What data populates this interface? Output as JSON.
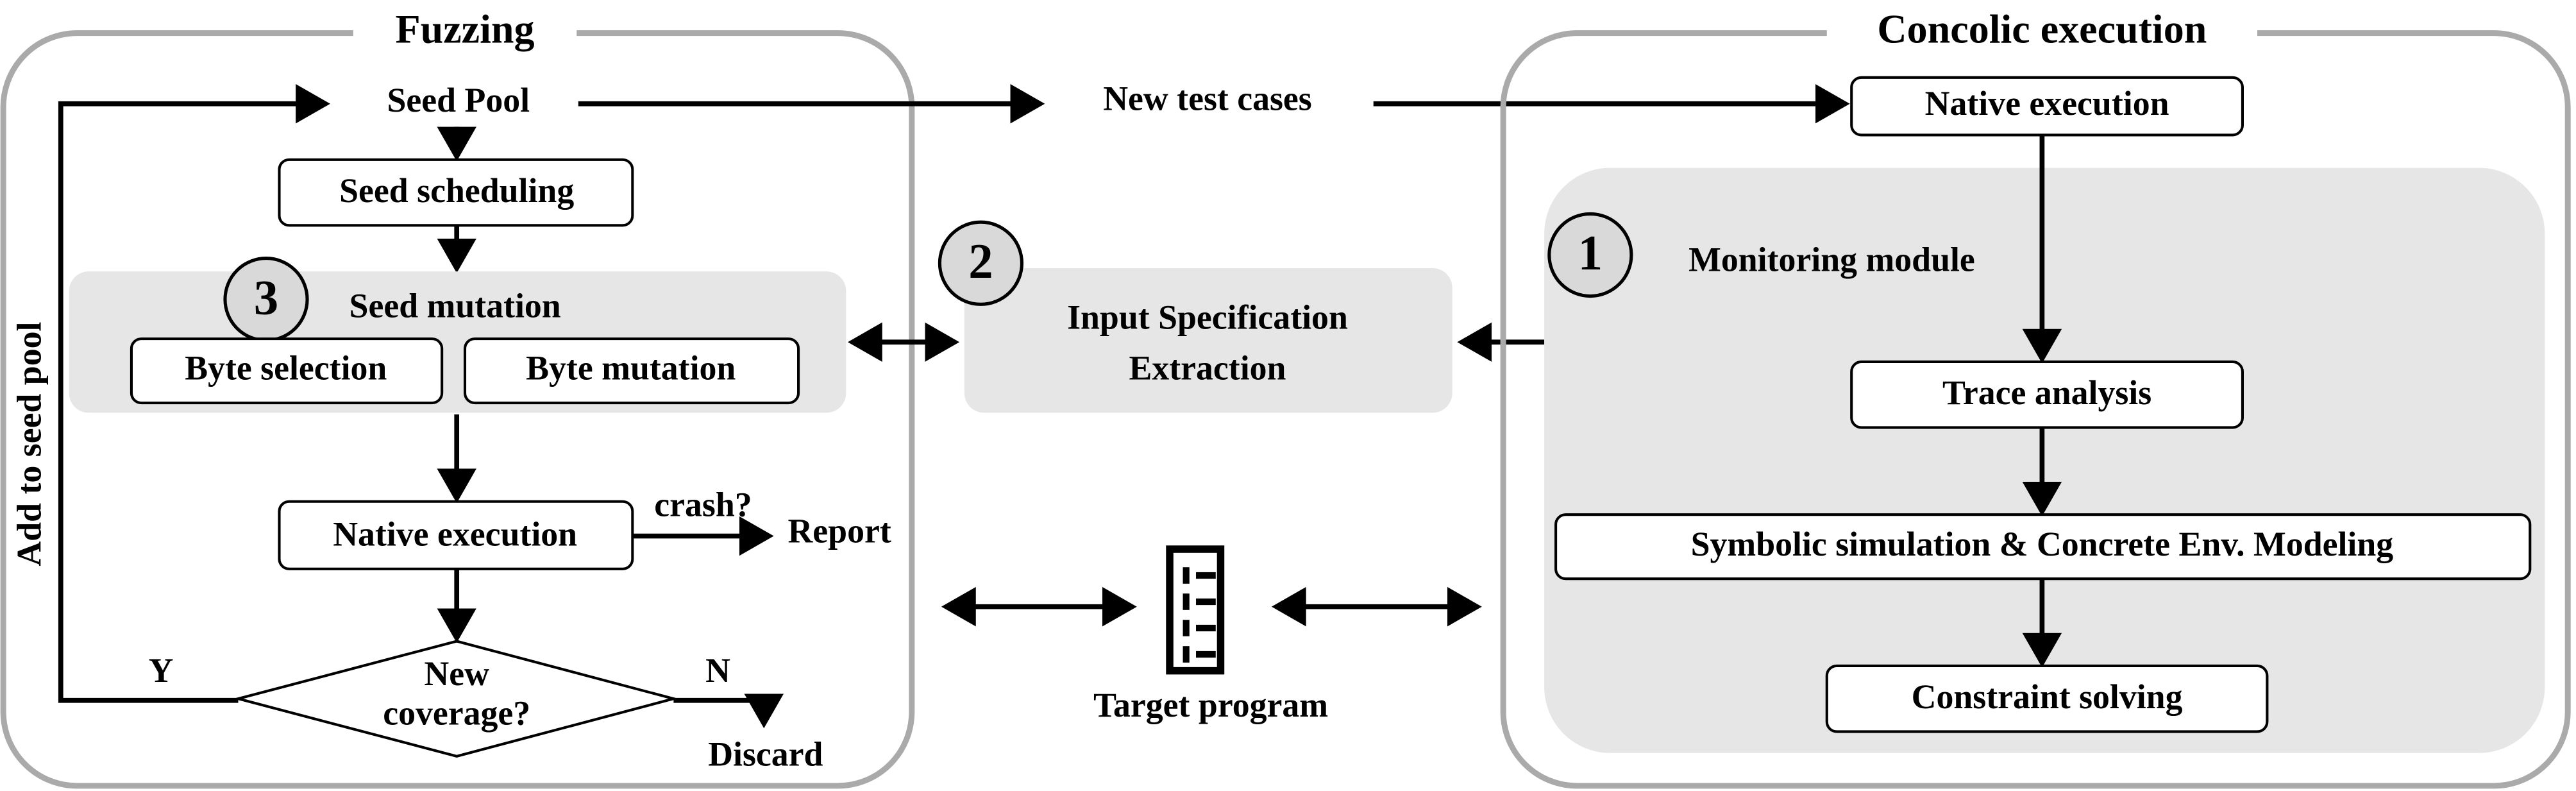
{
  "fuzzing": {
    "title": "Fuzzing",
    "seed_pool": "Seed Pool",
    "seed_scheduling": "Seed scheduling",
    "seed_mutation": {
      "number": "3",
      "label": "Seed mutation",
      "byte_selection": "Byte selection",
      "byte_mutation": "Byte mutation"
    },
    "native_execution": "Native execution",
    "crash": "crash?",
    "report": "Report",
    "decision": {
      "line1": "New",
      "line2": "coverage?",
      "yes": "Y",
      "no": "N"
    },
    "discard": "Discard",
    "add_to_seed_pool": "Add to seed pool"
  },
  "middle": {
    "new_test_cases": "New test cases",
    "input_spec": {
      "number": "2",
      "line1": "Input Specification",
      "line2": "Extraction"
    },
    "target_program": "Target program",
    "target_icon": "document-list-icon"
  },
  "concolic": {
    "title": "Concolic execution",
    "native_execution": "Native execution",
    "monitoring": {
      "number": "1",
      "label": "Monitoring module"
    },
    "trace_analysis": "Trace analysis",
    "symbolic": "Symbolic simulation & Concrete Env. Modeling",
    "constraint_solving": "Constraint solving"
  },
  "colors": {
    "panel_border": "#aaaaaa",
    "module_fill": "#e6e6e6",
    "circle_fill": "#d9d9d9"
  }
}
